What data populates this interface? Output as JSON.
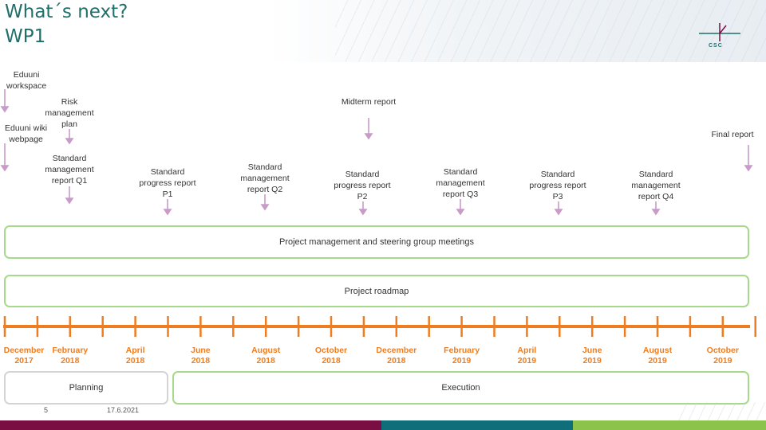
{
  "header": {
    "title_line1": "What´s next?",
    "title_line2": "WP1",
    "logo_text": "CSC"
  },
  "milestones": [
    {
      "id": "eduuni-workspace",
      "lines": [
        "Eduuni",
        "workspace"
      ]
    },
    {
      "id": "eduuni-wiki",
      "lines": [
        "Eduuni wiki",
        "webpage"
      ]
    },
    {
      "id": "risk-plan",
      "lines": [
        "Risk",
        "management",
        "plan"
      ]
    },
    {
      "id": "smr-q1",
      "lines": [
        "Standard",
        "management",
        "report Q1"
      ]
    },
    {
      "id": "spr-p1",
      "lines": [
        "Standard",
        "progress report",
        "P1"
      ]
    },
    {
      "id": "smr-q2",
      "lines": [
        "Standard",
        "management",
        "report Q2"
      ]
    },
    {
      "id": "midterm",
      "lines": [
        "Midterm report"
      ]
    },
    {
      "id": "spr-p2",
      "lines": [
        "Standard",
        "progress report",
        "P2"
      ]
    },
    {
      "id": "smr-q3",
      "lines": [
        "Standard",
        "management",
        "report Q3"
      ]
    },
    {
      "id": "spr-p3",
      "lines": [
        "Standard",
        "progress report",
        "P3"
      ]
    },
    {
      "id": "smr-q4",
      "lines": [
        "Standard",
        "management",
        "report Q4"
      ]
    },
    {
      "id": "final",
      "lines": [
        "Final report"
      ]
    }
  ],
  "bands": {
    "meetings": "Project management and steering group meetings",
    "roadmap": "Project roadmap",
    "planning": "Planning",
    "execution": "Execution"
  },
  "timeline": {
    "months": [
      {
        "month": "December",
        "year": "2017"
      },
      {
        "month": "February",
        "year": "2018"
      },
      {
        "month": "April",
        "year": "2018"
      },
      {
        "month": "June",
        "year": "2018"
      },
      {
        "month": "August",
        "year": "2018"
      },
      {
        "month": "October",
        "year": "2018"
      },
      {
        "month": "December",
        "year": "2018"
      },
      {
        "month": "February",
        "year": "2019"
      },
      {
        "month": "April",
        "year": "2019"
      },
      {
        "month": "June",
        "year": "2019"
      },
      {
        "month": "August",
        "year": "2019"
      },
      {
        "month": "October",
        "year": "2019"
      }
    ]
  },
  "footer": {
    "page_number": "5",
    "date": "17.6.2021"
  },
  "colors": {
    "title": "#1f6f6a",
    "timeline": "#ee7d21",
    "band_border": "#a6d98a",
    "arrow": "#c99bc9",
    "bar_maroon": "#7a0e43",
    "bar_teal": "#0f6e7a",
    "bar_green": "#8cc34a"
  }
}
